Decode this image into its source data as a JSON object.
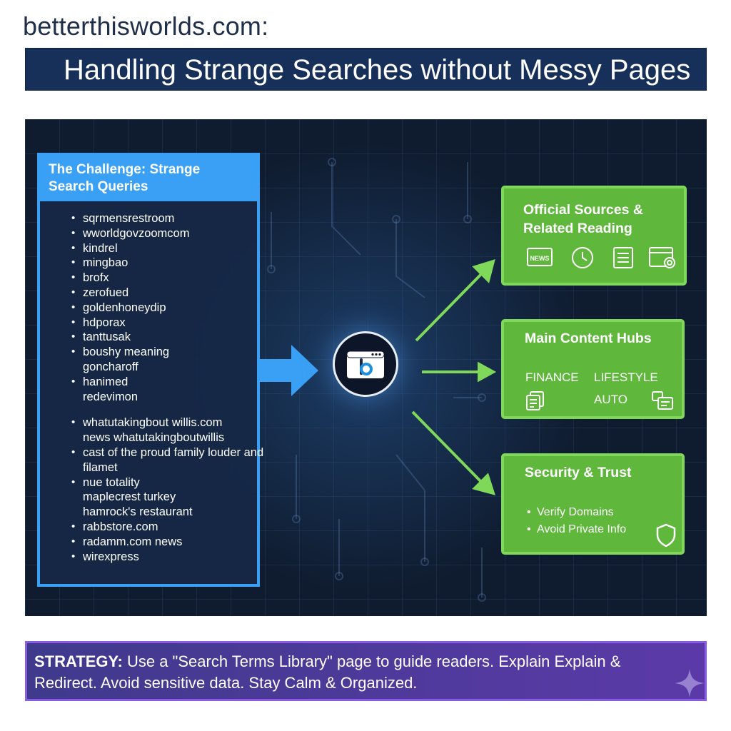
{
  "header": {
    "site": "betterthisworlds.com:",
    "title": "Handling Strange Searches without Messy Pages"
  },
  "challenge": {
    "heading": "The Challenge: Strange Search Queries",
    "queries": [
      "sqrmensrestroom",
      "wworldgovzoomcom",
      "kindrel",
      "mingbao",
      "brofx",
      "zerofued",
      "goldenhoneydip",
      "hdporax",
      "tanttusak",
      "boushy meaning",
      "goncharoff",
      "hanimed",
      "redevimon",
      "whatutakingbout willis.com",
      "news whatutakingboutwillis",
      "cast of the proud family louder and",
      "filamet",
      "nue totality",
      "maplecrest turkey",
      "hamrock's restaurant",
      "rabbstore.com",
      "radamm.com news",
      "wirexpress"
    ]
  },
  "center": {
    "icon": "browser-logo-icon"
  },
  "official": {
    "title": "Official Sources & Related Reading",
    "news_badge": "NEWS",
    "icons": [
      "news-icon",
      "clock-icon",
      "document-icon",
      "browser-window-icon"
    ]
  },
  "hubs": {
    "title": "Main Content Hubs",
    "finance": "FINANCE",
    "lifestyle": "LIFESTYLE",
    "auto": "AUTO",
    "icons": [
      "document-stack-icon",
      "dashboard-icon"
    ]
  },
  "security": {
    "title": "Security & Trust",
    "items": [
      "Verify Domains",
      "Avoid Private Info"
    ],
    "icon": "shield-icon"
  },
  "strategy": {
    "label": "STRATEGY:",
    "text": " Use a \"Search Terms Library\" page to guide readers. Explain Explain & Redirect. Avoid sensitive data. Stay Calm & Organized."
  },
  "colors": {
    "title_bg": "#17305a",
    "panel_bg": "#0f1b2e",
    "challenge_blue": "#3aa0f5",
    "card_green": "#5fb83c",
    "strategy_purple": "#5b3aa8"
  }
}
